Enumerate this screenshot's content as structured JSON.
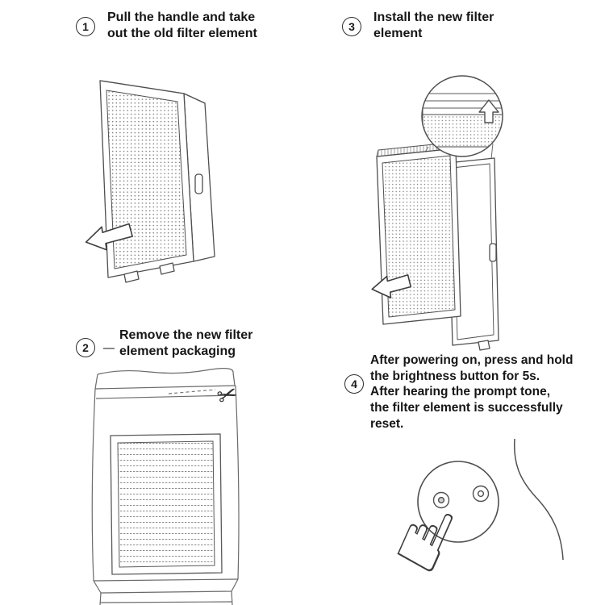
{
  "page": {
    "background": "#ffffff",
    "text_color": "#161616",
    "line_color": "#4f4f4f"
  },
  "steps": [
    {
      "number": "1",
      "text": "Pull the handle and take\nout the old filter element"
    },
    {
      "number": "2",
      "text": "Remove the new filter\nelement packaging"
    },
    {
      "number": "3",
      "text": "Install the new filter\nelement"
    },
    {
      "number": "4",
      "text": "After powering on, press and hold\nthe brightness button for 5s.\nAfter hearing the prompt tone,\nthe filter element is successfully\nreset."
    }
  ],
  "icons": {
    "scissors": "✂",
    "hand": "☝"
  }
}
